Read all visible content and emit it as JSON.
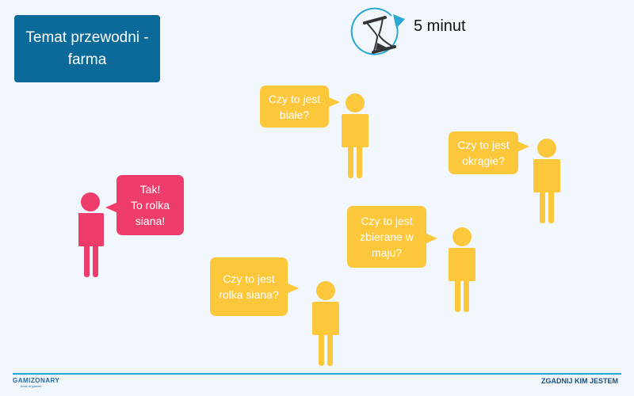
{
  "title": {
    "line1": "Temat przewodni -",
    "line2": "farma"
  },
  "timer": {
    "icon": "hourglass-icon",
    "label": "5 minut"
  },
  "bubbles": {
    "answer": {
      "l1": "Tak!",
      "l2": "To rolka",
      "l3": "siana!"
    },
    "q1": {
      "l1": "Czy to jest",
      "l2": "białe?"
    },
    "q2": {
      "l1": "Czy to jest",
      "l2": "okrągłe?"
    },
    "q3": {
      "l1": "Czy to jest",
      "l2": "zbierane w",
      "l3": "maju?"
    },
    "q4": {
      "l1": "Czy to jest",
      "l2": "rolka siana?"
    }
  },
  "colors": {
    "accent": "#0b6a99",
    "yellow": "#fcc73a",
    "pink": "#ef3d6b",
    "line": "#2aa7d4"
  },
  "footer": {
    "logo": "GAMIZONARY",
    "logo_sub": "book of games",
    "game_name": "ZGADNIJ KIM JESTEM"
  }
}
